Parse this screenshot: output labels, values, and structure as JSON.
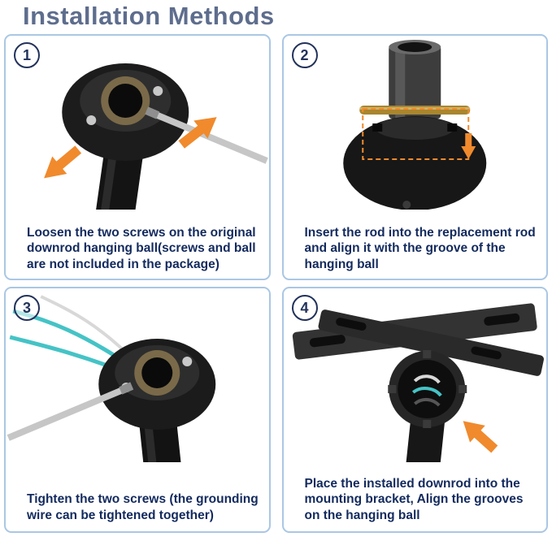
{
  "title": "Installation Methods",
  "colors": {
    "title": "#5e6d8d",
    "panel_border": "#aac7e4",
    "caption_text": "#132a5e",
    "step_number": "#22325c",
    "arrow_orange": "#f08a2d",
    "wire_teal": "#45c3c6"
  },
  "steps": [
    {
      "number": "1",
      "illustration": "downrod-ball-screwdriver-photo",
      "caption": "Loosen the two screws on the original downrod hanging ball(screws and ball are not included in the package)"
    },
    {
      "number": "2",
      "illustration": "rod-insert-alignment-photo",
      "caption": "Insert the rod into the replacement rod and align it with the groove of the hanging ball"
    },
    {
      "number": "3",
      "illustration": "tighten-screws-grounding-wire-photo",
      "caption": "Tighten the two screws (the grounding wire can be tightened together)"
    },
    {
      "number": "4",
      "illustration": "mounting-bracket-downrod-photo",
      "caption": "Place the installed downrod into the mounting bracket, Align the grooves on the hanging ball"
    }
  ]
}
